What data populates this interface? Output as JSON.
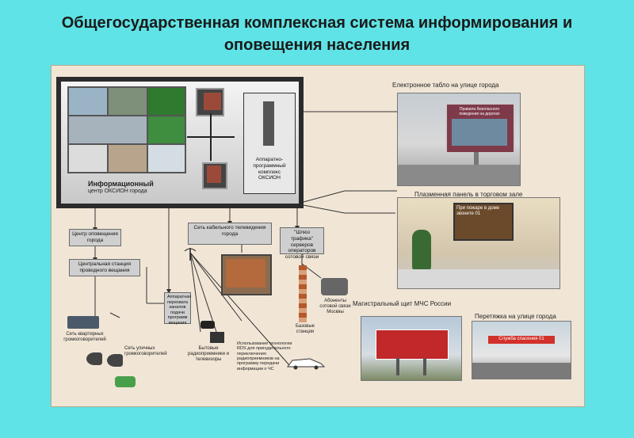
{
  "title_line1": "Общегосударственная комплексная система информирования и",
  "title_line2": "оповещения населения",
  "center": {
    "label_line1": "Информационный",
    "label_line2": "центр ОКСИОН города",
    "apk_label": "Аппаратно-программный комплекс ОКСИОН"
  },
  "photos": {
    "street_board": "Електронное табло на улице города",
    "mall_panel": "Плазменная панель в торговом зале",
    "mchs_board": "Магистральный щит МЧС России",
    "banner": "Перетяжка на улице города",
    "mall_screen_text": "При пожаре в доме звоните 01",
    "board_screen_text": "Правила безопасного поведения на дорогах",
    "banner_text": "Служба спасения 01"
  },
  "nodes": {
    "alert_center": "Центр оповещения города",
    "central_station": "Центральная станция проводного вещания",
    "cable_tv": "Сеть кабельного телевидения города",
    "gateway": "\"Шлюз трафика\" серверов операторов сотовой связи",
    "apparatus": "Аппаратная перехвата каналов подачи программ вещания",
    "apartment_speakers": "Сеть квартирных громкоговорителей",
    "street_speakers": "Сеть уличных громкоговорителей",
    "radio_tv": "Бытовые радиоприемники и телевизоры",
    "rds": "Использование технологии RDS для принудительного переключения радиоприемников на программу передачи информации о ЧС",
    "towers": "Базовые станции",
    "cellular": "Абоненты сотовой связи Москвы"
  },
  "colors": {
    "background": "#5fe3e6",
    "board": "#f1e6d6",
    "node_fill": "#cfcfcf"
  }
}
